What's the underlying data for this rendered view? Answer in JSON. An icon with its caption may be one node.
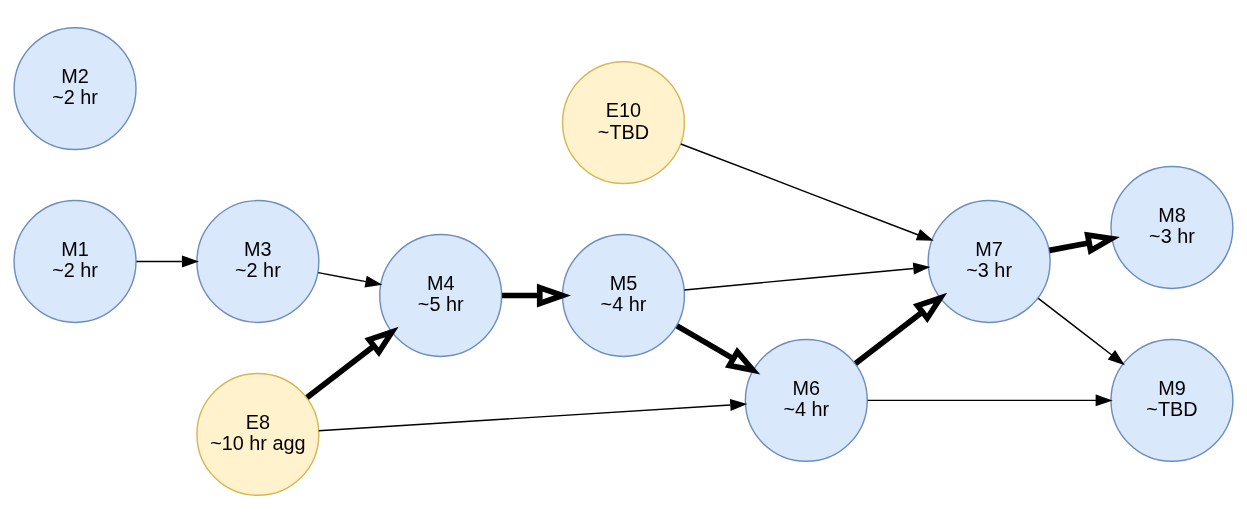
{
  "diagram": {
    "nodes": [
      {
        "text": [
          "M1",
          "~2 hr"
        ]
      },
      {
        "text": [
          "M2",
          "~2 hr"
        ]
      },
      {
        "text": [
          "M3",
          "~2 hr"
        ]
      },
      {
        "text": [
          "M4",
          "~5 hr"
        ]
      },
      {
        "text": [
          "M5",
          "~4 hr"
        ]
      },
      {
        "text": [
          "M6",
          "~4 hr"
        ]
      },
      {
        "text": [
          "M7",
          "~3 hr"
        ]
      },
      {
        "text": [
          "M8",
          "~3 hr"
        ]
      },
      {
        "text": [
          "M9",
          "~TBD"
        ]
      },
      {
        "text": [
          "E8",
          "~10 hr agg"
        ]
      },
      {
        "text": [
          "E10",
          "~TBD"
        ]
      }
    ],
    "edges": [
      {
        "from": 0,
        "to": 2,
        "arrow": "to"
      },
      {
        "from": 2,
        "to": 3,
        "arrow": "to"
      },
      {
        "from": 3,
        "to": 4,
        "arrow": "to",
        "style": "thick"
      },
      {
        "from": 4,
        "to": 5,
        "arrow": "to",
        "style": "thick"
      },
      {
        "from": 4,
        "to": 6,
        "arrow": "to"
      },
      {
        "from": 9,
        "to": 3,
        "arrow": "to",
        "style": "thick"
      },
      {
        "from": 9,
        "to": 5,
        "arrow": "to"
      },
      {
        "from": 5,
        "to": 6,
        "arrow": "to",
        "style": "thick"
      },
      {
        "from": 5,
        "to": 8,
        "arrow": "to"
      },
      {
        "from": 6,
        "to": 7,
        "arrow": "to",
        "style": "thick"
      },
      {
        "from": 6,
        "to": 8,
        "arrow": "to"
      },
      {
        "from": 10,
        "to": 6,
        "arrow": "to"
      }
    ]
  }
}
